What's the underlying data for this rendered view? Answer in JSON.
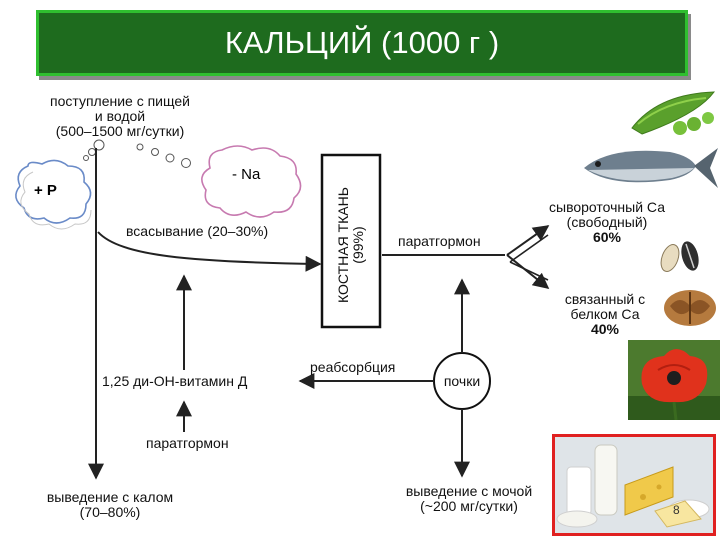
{
  "title": "КАЛЬЦИЙ (1000 г )",
  "clouds": {
    "left": "+ P",
    "right": "- Na"
  },
  "labels": {
    "intake": [
      "поступление с пищей",
      "и водой",
      "(500–1500 мг/сутки)"
    ],
    "absorption": "всасывание (20–30%)",
    "bone": [
      "КОСТНАЯ ТКАНЬ",
      "(99%)"
    ],
    "pth_top": "паратгормон",
    "serum_free": [
      "сывороточный Са",
      "(свободный)",
      "60%"
    ],
    "bound": [
      "связанный с",
      "белком Са",
      "40%"
    ],
    "vitamin_d": "1,25 ди-ОН-витамин Д",
    "reabsorption": "реабсорбция",
    "kidneys": "почки",
    "pth_bottom": "паратгормон",
    "feces": [
      "выведение с калом",
      "(70–80%)"
    ],
    "urine": [
      "выведение с мочой",
      "(~200 мг/сутки)"
    ]
  },
  "page_number": "8",
  "colors": {
    "title_bg": "#1e6b1e",
    "title_border": "#2fbf2f",
    "photo_frame": "#e02020"
  },
  "icons": [
    "peas-photo",
    "fish-photo",
    "sunflower-seeds-photo",
    "walnuts-photo",
    "poppy-flower-photo",
    "dairy-products-photo"
  ]
}
